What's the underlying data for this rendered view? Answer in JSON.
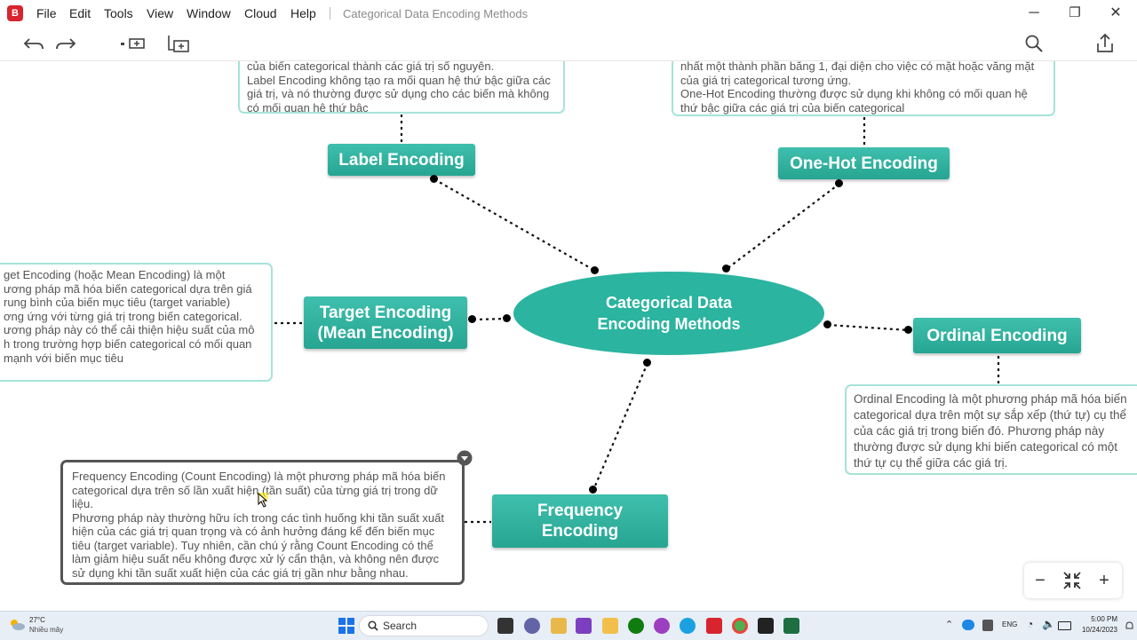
{
  "app": {
    "logo_text": "B",
    "menu": [
      "File",
      "Edit",
      "Tools",
      "View",
      "Window",
      "Cloud",
      "Help"
    ],
    "doc_title": "Categorical Data Encoding Methods"
  },
  "window_controls": {
    "minimize": "─",
    "restore": "❐",
    "close": "✕"
  },
  "toolbar": {
    "icons": [
      "undo-icon",
      "redo-icon",
      "insert-subtopic-icon",
      "insert-topic-icon",
      "search-icon",
      "share-icon"
    ]
  },
  "mindmap": {
    "center": "Categorical Data\nEncoding Methods",
    "nodes": {
      "label": "Label Encoding",
      "onehot": "One-Hot Encoding",
      "target": "Target Encoding\n(Mean Encoding)",
      "ordinal": "Ordinal Encoding",
      "frequency": "Frequency\nEncoding"
    },
    "notes": {
      "label": "của biến categorical thành các giá trị số nguyên.\nLabel Encoding không tạo ra mối quan hệ thứ bậc giữa các giá trị, và nó thường được sử dụng cho các biến mà không có mối quan hệ thứ bậc",
      "onehot": "nhất một thành phần bằng 1, đại diện cho việc có mặt hoặc vắng mặt của giá trị categorical tương ứng.\nOne-Hot Encoding thường được sử dụng khi không có mối quan hệ thứ bậc giữa các giá trị của biến categorical",
      "target": "get Encoding (hoặc Mean Encoding) là một\nương pháp mã hóa biến categorical dựa trên giá\nrung bình của biến mục tiêu (target variable)\nơng ứng với từng giá trị trong biến categorical.\nương pháp này có thể cải thiện hiệu suất của mô\nh trong trường hợp biến categorical có mối quan\nmạnh với biến mục tiêu",
      "ordinal": "Ordinal Encoding là một phương pháp mã hóa biến categorical dựa trên một sự sắp xếp (thứ tự) cụ thể của các giá trị trong biến đó. Phương pháp này thường được sử dụng khi biến categorical có một thứ tự cụ thể giữa các giá trị.",
      "frequency": "Frequency Encoding (Count Encoding) là một phương pháp mã hóa biến categorical dựa trên số lần xuất hiện (tần suất) của từng giá trị trong dữ liệu.\nPhương pháp này thường hữu ích trong các tình huống khi tần suất xuất hiện của các giá trị quan trọng và có ảnh hưởng đáng kể đến biến mục tiêu (target variable).  Tuy nhiên, cần chú ý rằng Count Encoding có thể làm giảm hiệu suất nếu không được xử lý cẩn thận, và không nên được sử dụng khi tần suất xuất hiện của các giá trị gần như bằng nhau."
    }
  },
  "zoom": {
    "minus": "−",
    "plus": "+"
  },
  "taskbar": {
    "weather_temp": "27°C",
    "weather_desc": "Nhiều mây",
    "search_label": "Search",
    "lang": "ENG",
    "time": "5:00 PM",
    "date": "10/24/2023"
  },
  "colors": {
    "node": "#2bb4a0",
    "note_border": "#a6e3d8",
    "accent": "#d8242f"
  }
}
